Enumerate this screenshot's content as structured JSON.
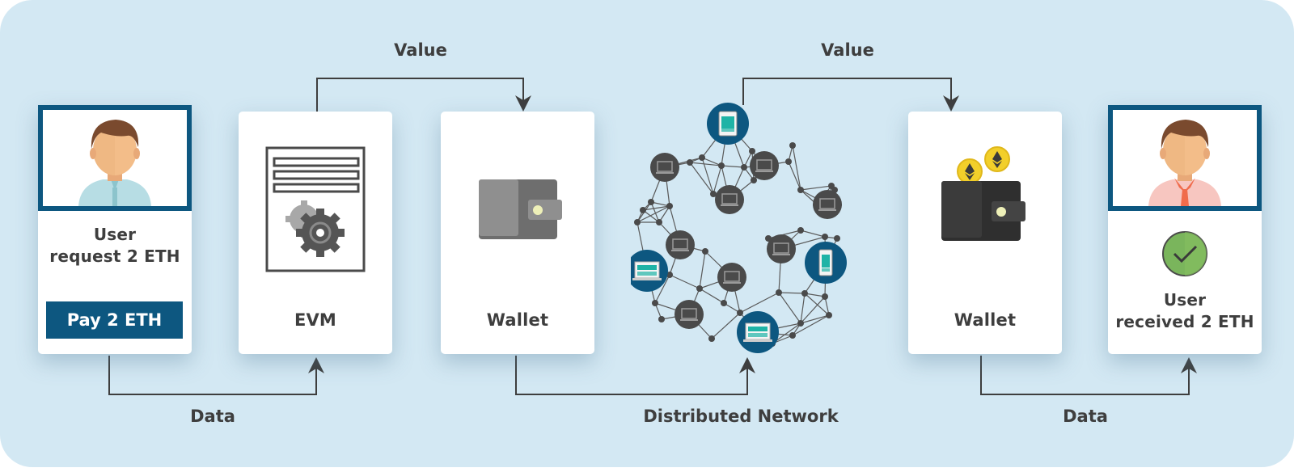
{
  "diagram": {
    "title": "Ethereum transaction flow",
    "colors": {
      "background": "#d3e8f3",
      "brand_blue": "#0d5780",
      "text_dark": "#3e3e3e",
      "node_gray": "#4a4a4a",
      "teal": "#1fb3a6",
      "check_green": "#7ab55c",
      "coin_gold": "#f2cf2a"
    },
    "cards": [
      {
        "id": "sender",
        "icon": "user-avatar",
        "label_line1": "User",
        "label_line2": "request 2 ETH",
        "button_label": "Pay 2 ETH"
      },
      {
        "id": "evm",
        "icon": "contract-gears-icon",
        "label": "EVM"
      },
      {
        "id": "wallet-sender",
        "icon": "wallet-icon",
        "label": "Wallet"
      },
      {
        "id": "wallet-receiver",
        "icon": "wallet-with-eth-coins-icon",
        "label": "Wallet"
      },
      {
        "id": "receiver",
        "icon": "user-avatar",
        "status_icon": "check-circle-icon",
        "label_line1": "User",
        "label_line2": "received 2 ETH"
      }
    ],
    "network": {
      "icon": "distributed-network-graph",
      "label": "Distributed Network"
    },
    "connectors": [
      {
        "from": "sender",
        "to": "evm",
        "label": "Data",
        "position": "bottom"
      },
      {
        "from": "evm",
        "to": "wallet-sender",
        "label": "Value",
        "position": "top"
      },
      {
        "from": "wallet-sender",
        "to": "network",
        "label": "Distributed Network",
        "position": "bottom"
      },
      {
        "from": "network",
        "to": "wallet-receiver",
        "label": "Value",
        "position": "top"
      },
      {
        "from": "wallet-receiver",
        "to": "receiver",
        "label": "Data",
        "position": "bottom"
      }
    ]
  }
}
